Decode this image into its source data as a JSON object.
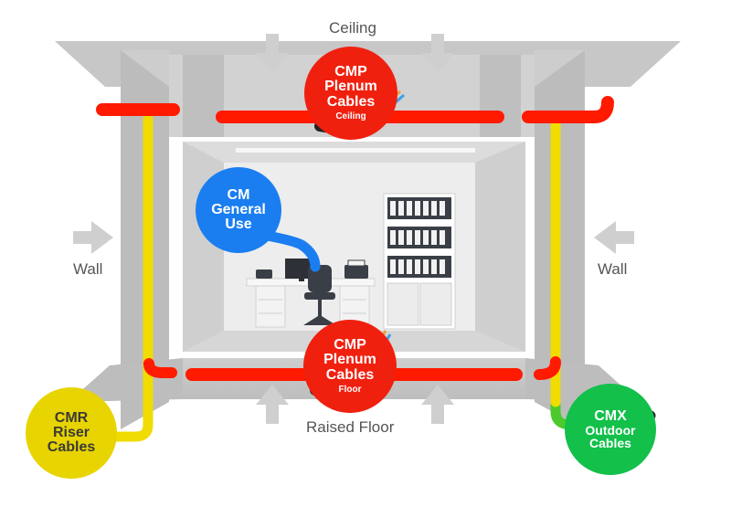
{
  "labels": {
    "ceiling": "Ceiling",
    "raised_floor": "Raised Floor",
    "wall_left": "Wall",
    "wall_right": "Wall"
  },
  "badges": {
    "cmp_ceiling": {
      "line1": "CMP",
      "line2": "Plenum",
      "line3": "Cables",
      "sub": "Ceiling",
      "color": "#f0200f"
    },
    "cmp_floor": {
      "line1": "CMP",
      "line2": "Plenum",
      "line3": "Cables",
      "sub": "Floor",
      "color": "#f0200f"
    },
    "cm_general": {
      "line1": "CM",
      "line2": "General",
      "line3": "Use",
      "color": "#1a7ef0"
    },
    "cmr_riser": {
      "line1": "CMR",
      "line2": "Riser",
      "line3": "Cables",
      "color": "#e8d400"
    },
    "cmx_outdoor": {
      "line1": "CMX",
      "line2": "Outdoor",
      "line3": "Cables",
      "color": "#12c04a"
    }
  },
  "colors": {
    "structure": "#c7c7c7",
    "structure_dark": "#b3b3b3",
    "room_wall": "#d9d9d9",
    "arrow": "#cfcfcf",
    "plenum_pipe": "#ff1a00",
    "riser_pipe": "#f0dc00",
    "outdoor_pipe": "#4cc92c",
    "general_pipe": "#1a7ef0"
  },
  "icons": [
    "office-desk-icon",
    "office-chair-icon",
    "monitor-icon",
    "printer-icon",
    "telephone-icon",
    "file-cabinet-icon",
    "cable-end-icon"
  ]
}
